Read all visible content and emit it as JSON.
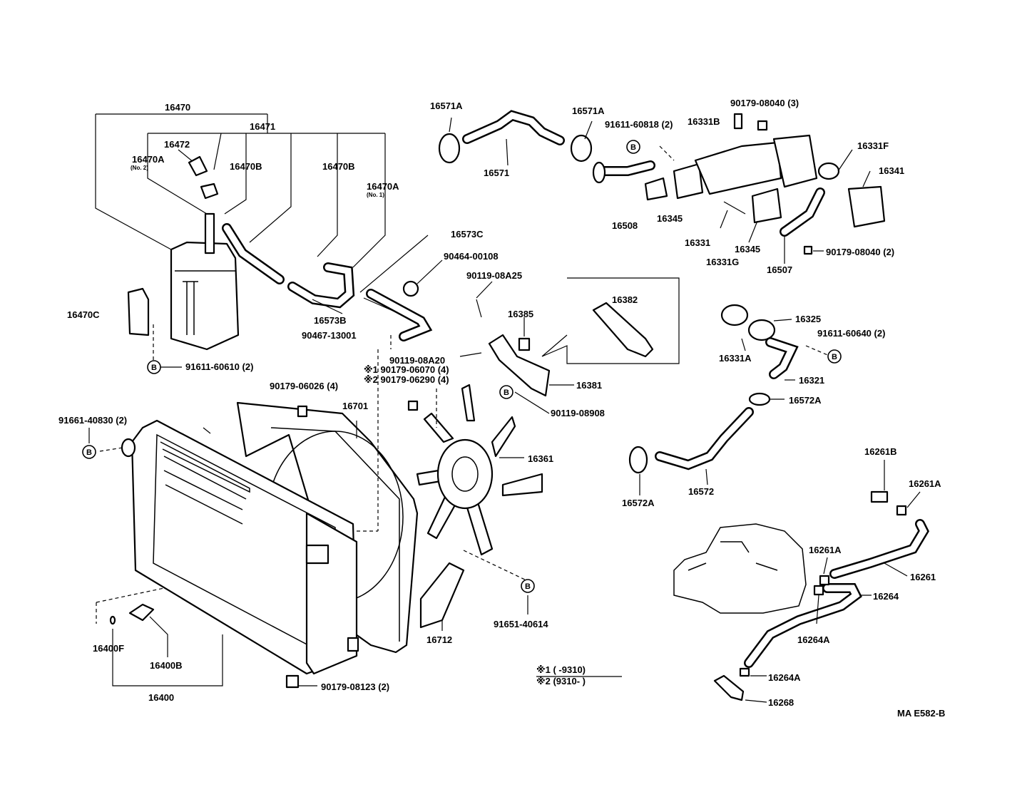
{
  "labels": {
    "l16470": "16470",
    "l16471": "16471",
    "l16472": "16472",
    "l16470A_2": "16470A",
    "l16470A_2_sub": "(No. 2)",
    "l16470B_a": "16470B",
    "l16470B_b": "16470B",
    "l16470A_1": "16470A",
    "l16470A_1_sub": "(No. 1)",
    "l16470C": "16470C",
    "l91611_60610": "91611-60610 (2)",
    "l16573C": "16573C",
    "l90464_00108": "90464-00108",
    "l16573B": "16573B",
    "l90467_13001": "90467-13001",
    "l16571A_l": "16571A",
    "l16571A_r": "16571A",
    "l16571": "16571",
    "l91611_60818": "91611-60818 (2)",
    "l16331B": "16331B",
    "l90179_08040_3": "90179-08040 (3)",
    "l16331F": "16331F",
    "l16341": "16341",
    "l16508": "16508",
    "l16345_a": "16345",
    "l16331": "16331",
    "l16345_b": "16345",
    "l16331G": "16331G",
    "l16507": "16507",
    "l90179_08040_2": "90179-08040 (2)",
    "l90119_08A25": "90119-08A25",
    "l16385": "16385",
    "l16382": "16382",
    "l90119_08A20": "90119-08A20",
    "l90179_06070": "※1 90179-06070 (4)",
    "l90179_06290": "※2 90179-06290 (4)",
    "l16381": "16381",
    "l90119_08908": "90119-08908",
    "l90179_06026": "90179-06026 (4)",
    "l16701": "16701",
    "l16361": "16361",
    "l91661_40830": "91661-40830 (2)",
    "l16325": "16325",
    "l91611_60640": "91611-60640 (2)",
    "l16331A": "16331A",
    "l16321": "16321",
    "l16572A_r": "16572A",
    "l16572A_l": "16572A",
    "l16572": "16572",
    "l16261B": "16261B",
    "l16261A_a": "16261A",
    "l16261A_b": "16261A",
    "l16261": "16261",
    "l16264": "16264",
    "l16264A_a": "16264A",
    "l16264A_b": "16264A",
    "l16268": "16268",
    "l16712": "16712",
    "l91651_40614": "91651-40614",
    "l16400F": "16400F",
    "l16400B": "16400B",
    "l16400": "16400",
    "l90179_08123": "90179-08123 (2)",
    "note1": "※1 (        -9310)",
    "note2": "※2 (9310-        )",
    "code": "MA E582-B"
  },
  "badge_letter": "B",
  "colors": {
    "ink": "#000000",
    "paper": "#ffffff"
  }
}
